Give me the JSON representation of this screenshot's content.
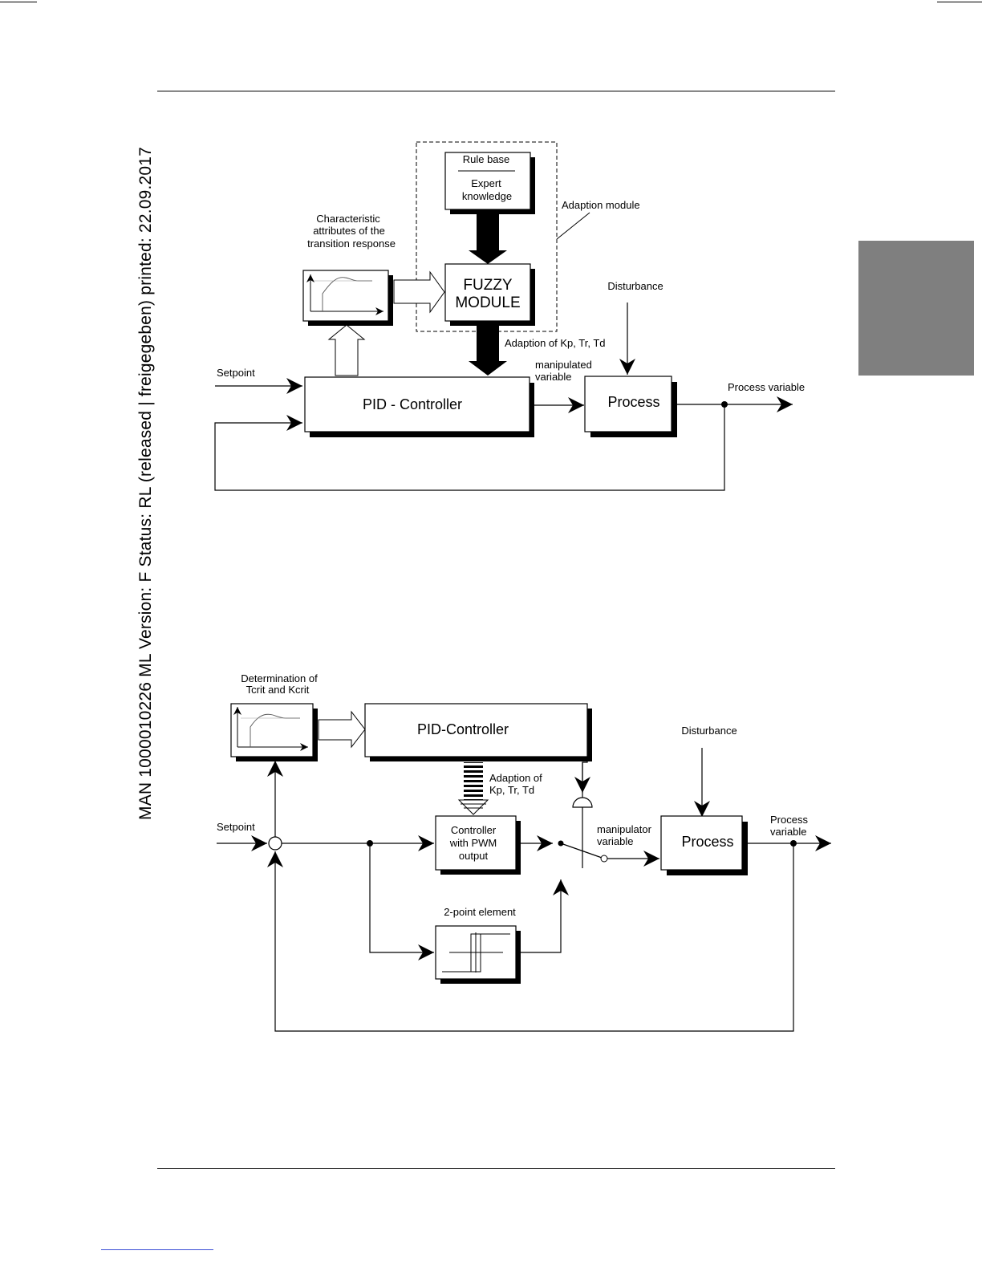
{
  "margin_text": "MAN 1000010226 ML Version: F Status: RL (released | freigegeben) printed: 22.09.2017",
  "diagram1": {
    "rule_base": "Rule base",
    "expert_1": "Expert",
    "expert_2": "knowledge",
    "adaption_module": "Adaption module",
    "char_1": "Characteristic",
    "char_2": "attributes of the",
    "char_3": "transition response",
    "fuzzy_1": "FUZZY",
    "fuzzy_2": "MODULE",
    "disturbance": "Disturbance",
    "adaption_kp": "Adaption of Kp, Tr, Td",
    "manip_1": "manipulated",
    "manip_2": "variable",
    "setpoint": "Setpoint",
    "pid": "PID - Controller",
    "process": "Process",
    "process_variable": "Process variable"
  },
  "diagram2": {
    "det_1": "Determination of",
    "det_2": "Tcrit and Kcrit",
    "pid": "PID-Controller",
    "disturbance": "Disturbance",
    "adaption_1": "Adaption of",
    "adaption_2": "Kp, Tr, Td",
    "setpoint": "Setpoint",
    "ctrl_1": "Controller",
    "ctrl_2": "with PWM",
    "ctrl_3": "output",
    "manip_1": "manipulator",
    "manip_2": "variable",
    "process": "Process",
    "pv_1": "Process",
    "pv_2": "variable",
    "two_point": "2-point element"
  }
}
